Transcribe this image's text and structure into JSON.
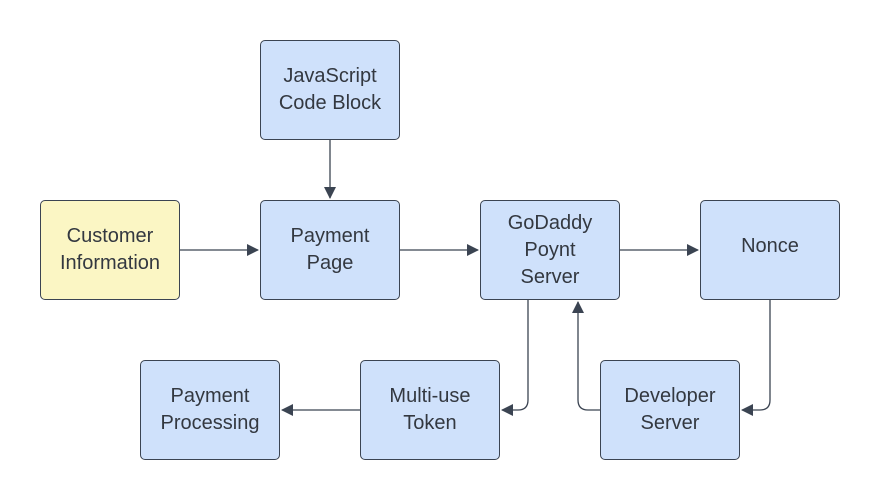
{
  "nodes": {
    "js_code_block": "JavaScript\nCode Block",
    "customer_information": "Customer\nInformation",
    "payment_page": "Payment\nPage",
    "godaddy_poynt_server": "GoDaddy\nPoynt\nServer",
    "nonce": "Nonce",
    "payment_processing": "Payment\nProcessing",
    "multi_use_token": "Multi-use\nToken",
    "developer_server": "Developer\nServer"
  },
  "colors": {
    "node_fill": "#cfe1fb",
    "highlight_fill": "#fbf6c4",
    "border": "#3b4452",
    "connector": "#3b4452",
    "text": "#333840"
  }
}
